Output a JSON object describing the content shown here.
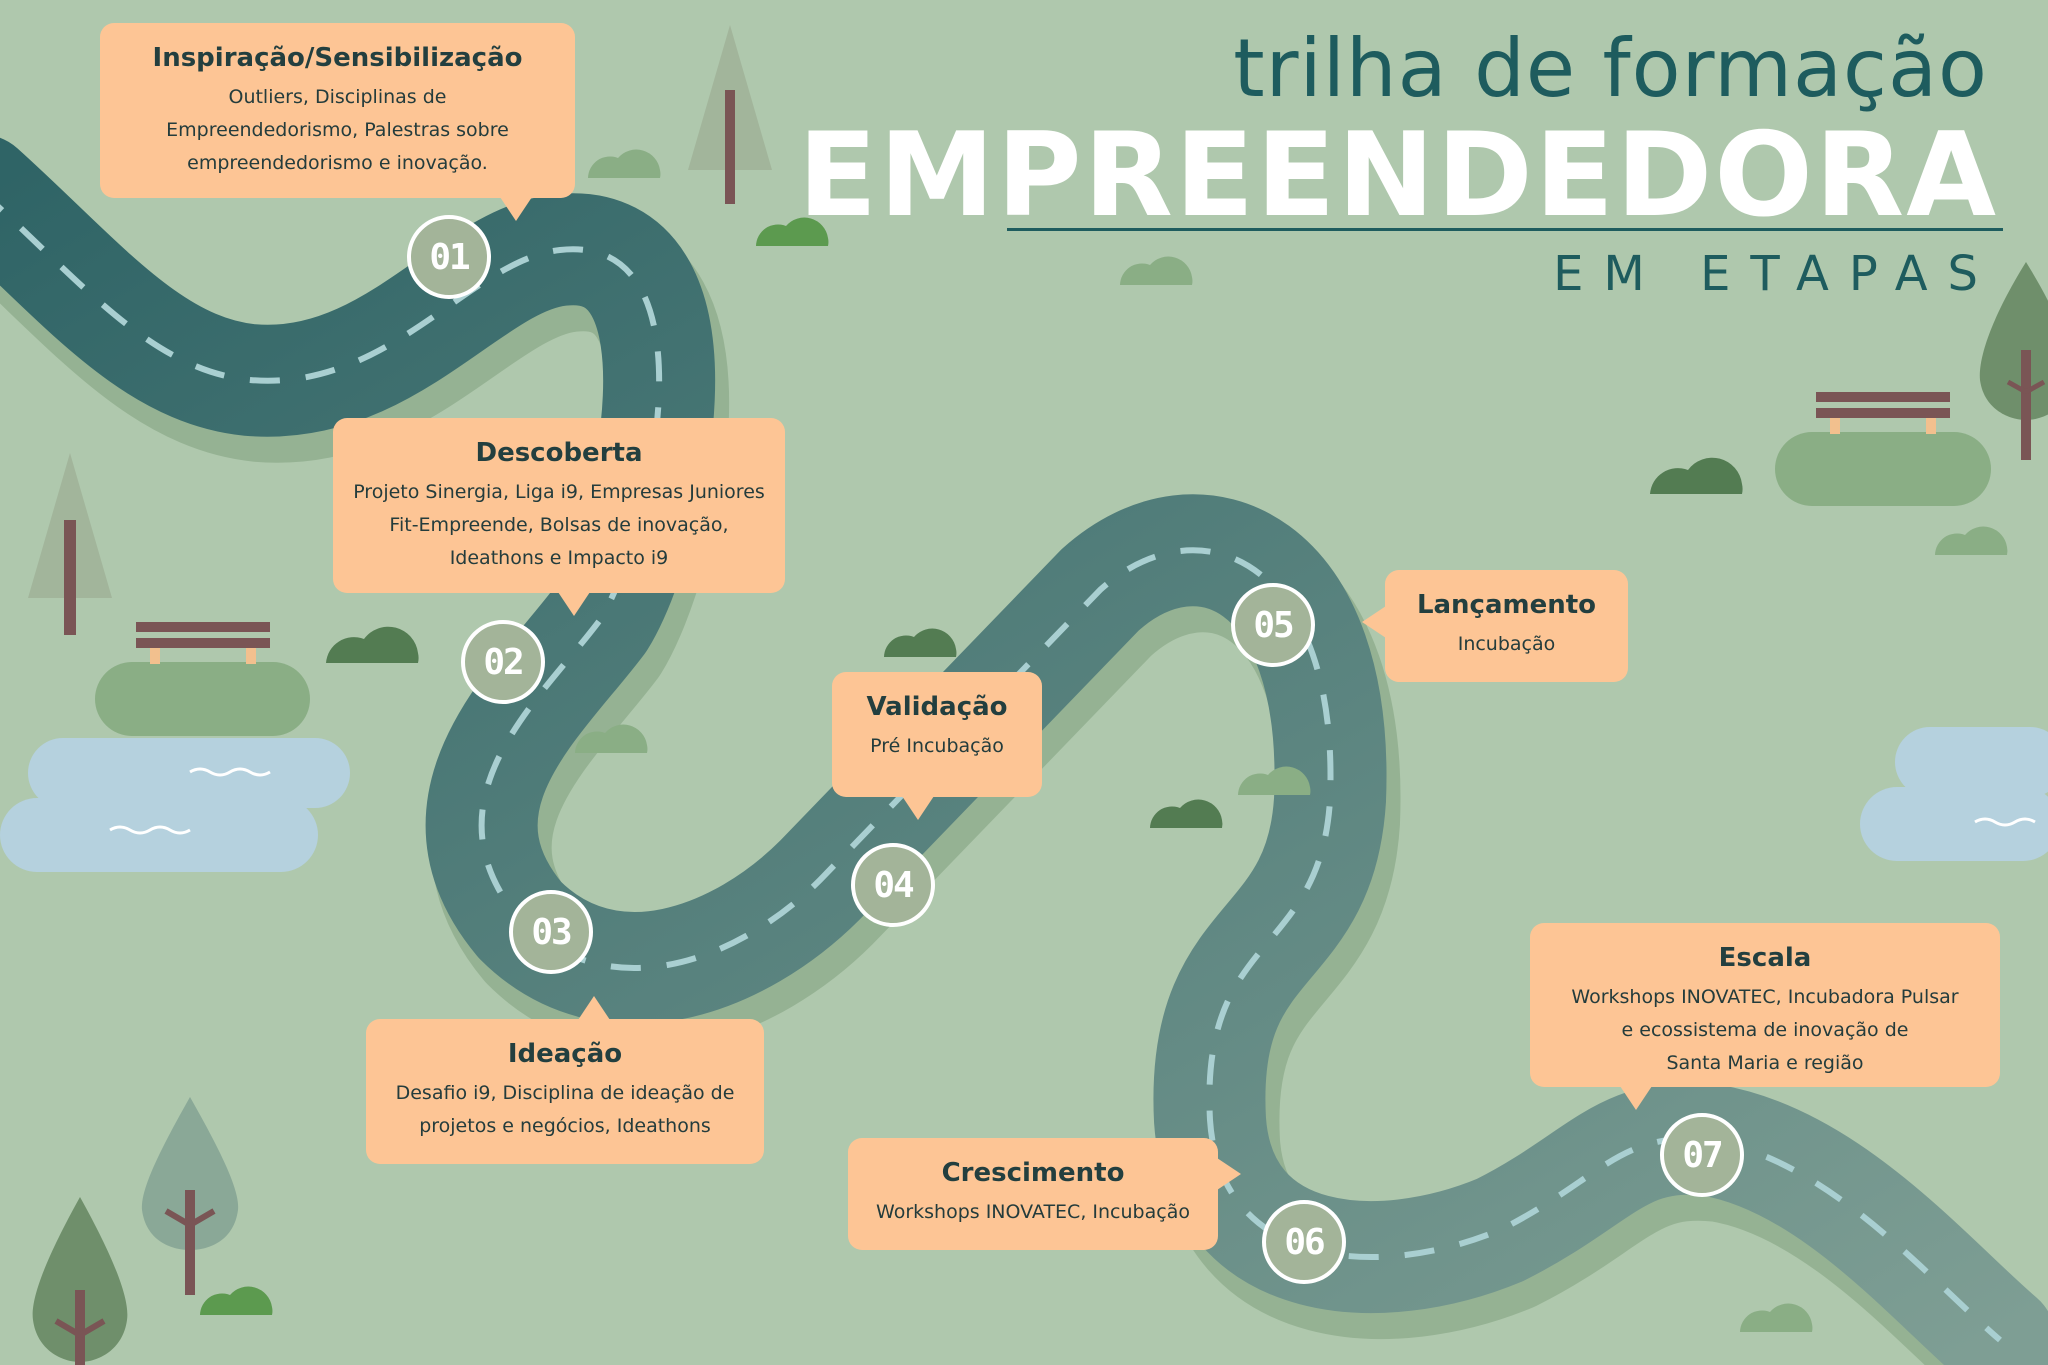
{
  "title": {
    "line1": "trilha de formação",
    "line2": "EMPREENDEDORA",
    "line3": "EM ETAPAS"
  },
  "steps": [
    {
      "number": "01",
      "title": "Inspiração/Sensibilização",
      "text": "Outliers, Disciplinas de\nEmpreendedorismo, Palestras sobre\nempreendedorismo e inovação."
    },
    {
      "number": "02",
      "title": "Descoberta",
      "text": "Projeto Sinergia, Liga i9, Empresas Juniores\nFit-Empreende, Bolsas de inovação,\nIdeathons e Impacto i9"
    },
    {
      "number": "03",
      "title": "Ideação",
      "text": "Desafio i9, Disciplina de ideação de\nprojetos e negócios, Ideathons"
    },
    {
      "number": "04",
      "title": "Validação",
      "text": "Pré Incubação"
    },
    {
      "number": "05",
      "title": "Lançamento",
      "text": "Incubação"
    },
    {
      "number": "06",
      "title": "Crescimento",
      "text": "Workshops INOVATEC, Incubação"
    },
    {
      "number": "07",
      "title": "Escala",
      "text": "Workshops INOVATEC, Incubadora Pulsar\ne ecossistema de inovação de\nSanta Maria e região"
    }
  ],
  "colors": {
    "background": "#afc8ad",
    "road": "#4e7d79",
    "card": "#fdc595",
    "title_dark": "#1e5c5e",
    "water": "#b5d1de",
    "bush_dark": "#537c52",
    "bush_light": "#8aae85"
  }
}
